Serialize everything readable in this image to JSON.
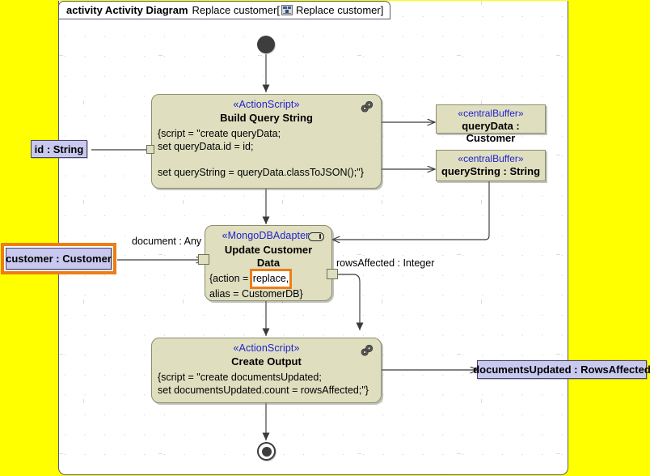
{
  "canvas": {
    "background_color": "#FFFF00",
    "diagram_background": "#FFFFFF",
    "node_fill": "#DFDFC0",
    "stereotype_color": "#2222CC",
    "parameter_fill": "#C9C9F0",
    "selection_color": "#EE7D15"
  },
  "frame": {
    "keyword": "activity Activity Diagram",
    "name": "Replace customer",
    "bracket_open": "[",
    "icon": "activity-diagram-icon",
    "qualified_name": "Replace customer",
    "bracket_close": "]"
  },
  "nodes": {
    "initial": {
      "name": "initial-node"
    },
    "final": {
      "name": "final-node"
    },
    "build_query": {
      "stereotype": "«ActionScript»",
      "title": "Build Query String",
      "body": "{script = \"create queryData;\nset queryData.id = id;\n\nset queryString = queryData.classToJSON();\"}",
      "icon": "action-script-icon"
    },
    "update_customer": {
      "stereotype": "«MongoDBAdapter»",
      "title_line1": "Update Customer",
      "title_line2": "Data",
      "body_prefix": "{action = ",
      "body_highlight": "replace,",
      "body_suffix": "alias = CustomerDB}",
      "icon": "adapter-icon",
      "selected_literal": true
    },
    "create_output": {
      "stereotype": "«ActionScript»",
      "title": "Create Output",
      "body": "{script = \"create documentsUpdated;\nset documentsUpdated.count = rowsAffected;\"}",
      "icon": "action-script-icon"
    }
  },
  "buffers": [
    {
      "stereotype": "«centralBuffer»",
      "label": "queryData : Customer"
    },
    {
      "stereotype": "«centralBuffer»",
      "label": "queryString : String"
    }
  ],
  "parameters": [
    {
      "label": "id : String",
      "selected": false
    },
    {
      "label": "customer : Customer",
      "selected": true
    },
    {
      "label": "documentsUpdated : RowsAffected",
      "selected": false
    }
  ],
  "edge_labels": [
    {
      "text": "document : Any"
    },
    {
      "text": "rowsAffected : Integer"
    }
  ]
}
